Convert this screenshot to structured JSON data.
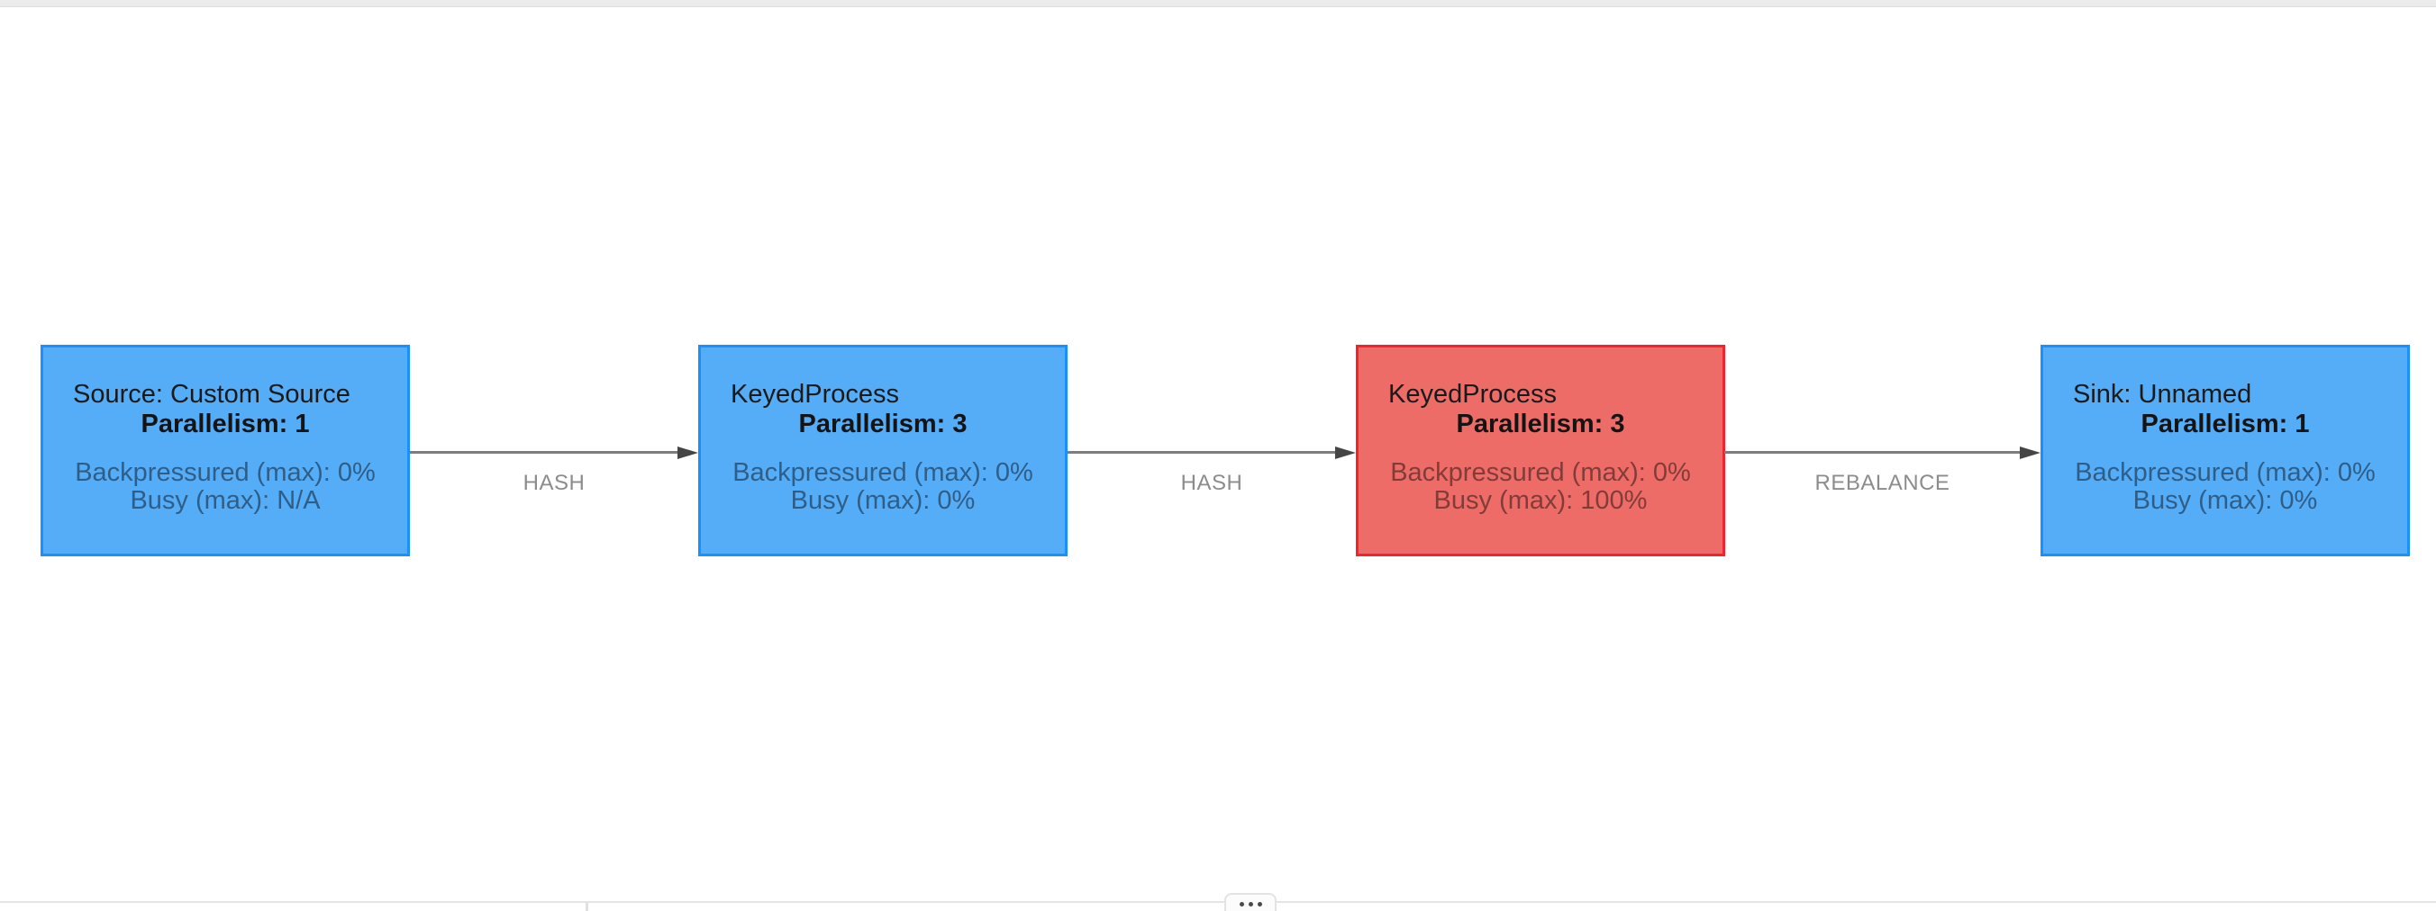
{
  "graph": {
    "nodes": [
      {
        "title": "Source: Custom Source",
        "parallelism_label": "Parallelism: 1",
        "backpressured": "Backpressured (max): 0%",
        "busy": "Busy (max): N/A",
        "status": "normal"
      },
      {
        "title": "KeyedProcess",
        "parallelism_label": "Parallelism: 3",
        "backpressured": "Backpressured (max): 0%",
        "busy": "Busy (max): 0%",
        "status": "normal"
      },
      {
        "title": "KeyedProcess",
        "parallelism_label": "Parallelism: 3",
        "backpressured": "Backpressured (max): 0%",
        "busy": "Busy (max): 100%",
        "status": "busy"
      },
      {
        "title": "Sink: Unnamed",
        "parallelism_label": "Parallelism: 1",
        "backpressured": "Backpressured (max): 0%",
        "busy": "Busy (max): 0%",
        "status": "normal"
      }
    ],
    "edges": [
      {
        "label": "HASH"
      },
      {
        "label": "HASH"
      },
      {
        "label": "REBALANCE"
      }
    ]
  },
  "colors": {
    "node_fill_blue": "#55acf7",
    "node_border_blue": "#1890ff",
    "node_fill_red": "#ed6c68",
    "node_border_red": "#f5222d",
    "edge_line": "#7d7d7d",
    "edge_arrow": "#454545",
    "edge_label": "#8c8c8c",
    "title_text": "#1a1a1a",
    "metric_text": "rgba(0,0,0,0.45)",
    "topbar_bg": "#ebebeb",
    "divider": "#e4e4e4"
  }
}
